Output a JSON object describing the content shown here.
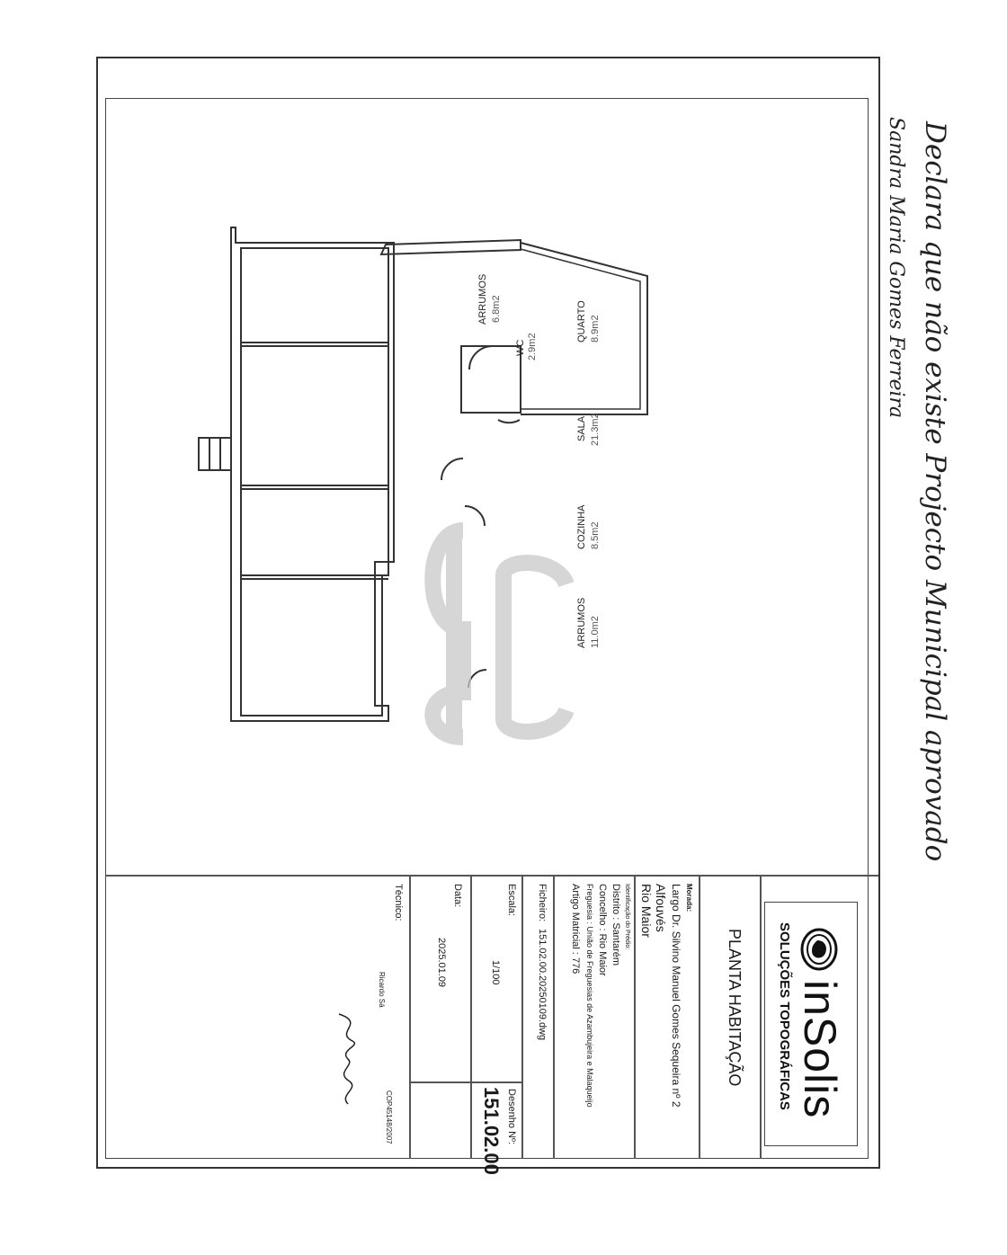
{
  "drawing_title": "PLANTA HABITAÇÃO",
  "logo": {
    "brand": "inSolis",
    "subtitle": "SOLUÇÕES TOPOGRÁFICAS"
  },
  "address": {
    "label": "Morada:",
    "line1": "Largo Dr. Silvino Manuel Gomes Sequeira nº 2",
    "line2": "Alfouvés",
    "line3": "Rio Maior"
  },
  "property": {
    "label": "Identificação do Prédio:",
    "district": "Distrito : Santarém",
    "municipality": "Concelho : Rio Maior",
    "parish": "Freguesia : União de Freguesias de Azambujeira e Malaqueijo",
    "article": "Artigo Matricial : 776"
  },
  "file": {
    "label": "Ficheiro:",
    "value": "151.02.00.20250109.dwg"
  },
  "scale": {
    "label": "Escala:",
    "value": "1/100"
  },
  "drawing_number": {
    "label": "Desenho Nº:",
    "value": "151.02.00"
  },
  "date": {
    "label": "Data:",
    "value": "2025.01.09"
  },
  "technician": {
    "label": "Técnico:",
    "name": "Ricardo Sá",
    "license": "COP45148/2007"
  },
  "rooms": [
    {
      "name": "QUARTO",
      "area": "8.9m2"
    },
    {
      "name": "ARRUMOS",
      "area": "6.8m2"
    },
    {
      "name": "WC",
      "area": "2.9m2"
    },
    {
      "name": "SALA",
      "area": "21.3m2"
    },
    {
      "name": "COZINHA",
      "area": "8.5m2"
    },
    {
      "name": "ARRUMOS",
      "area": "11.0m2"
    }
  ],
  "handwritten_note": {
    "line1": "Declara que não existe Projecto Municipal aprovado",
    "line2": "Sandra Maria Gomes Ferreira"
  }
}
